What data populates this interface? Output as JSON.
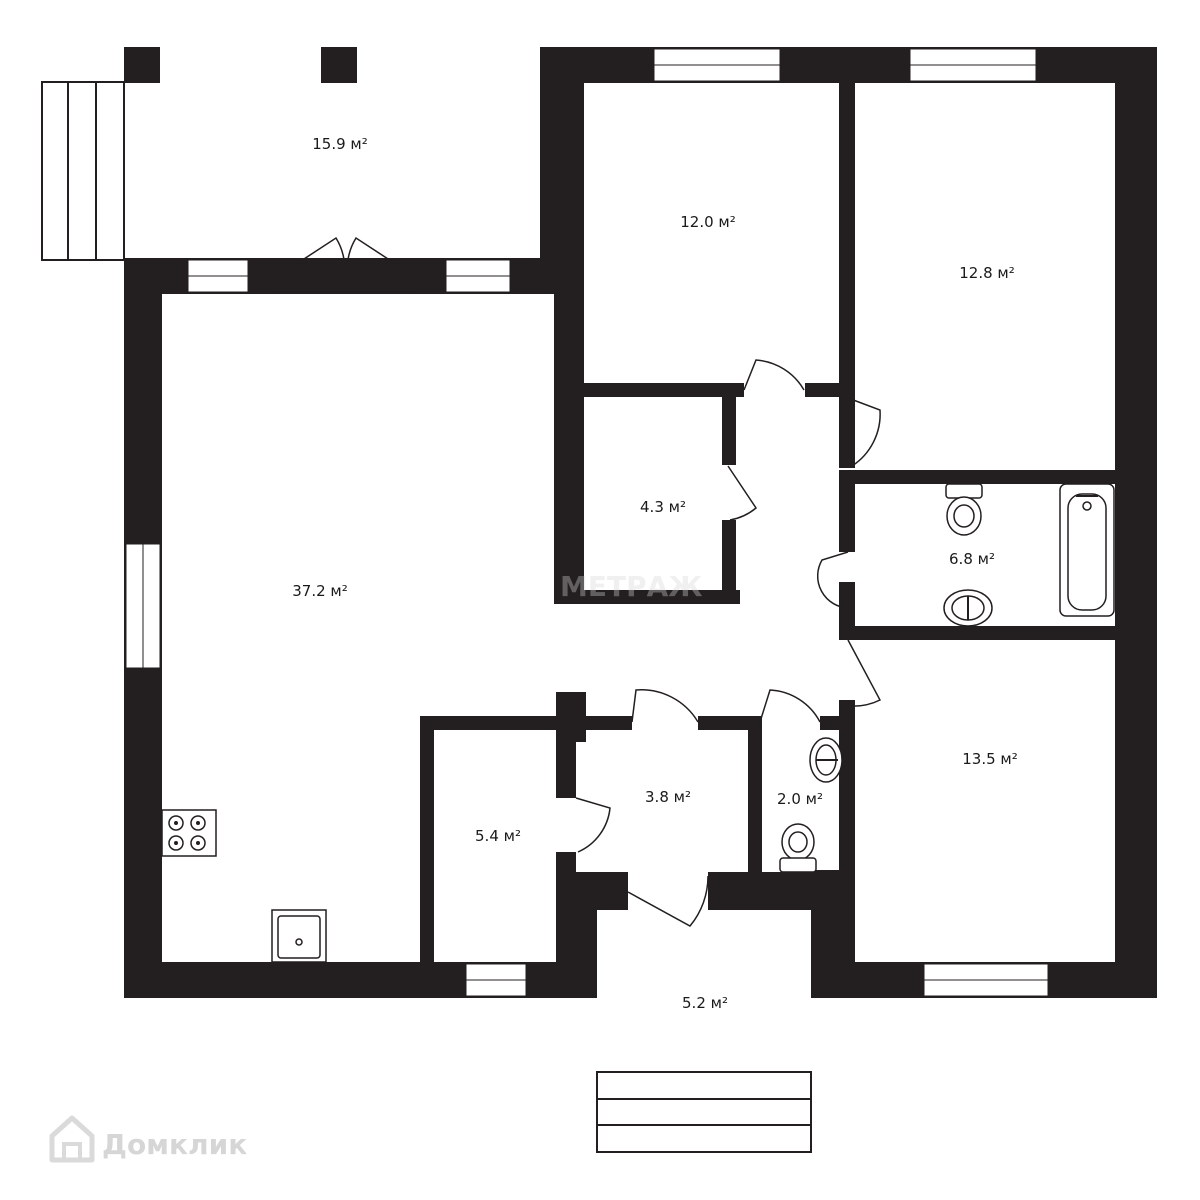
{
  "rooms": [
    {
      "id": "terrace-top",
      "area": "15.9 м²"
    },
    {
      "id": "bedroom-1",
      "area": "12.0 м²"
    },
    {
      "id": "bedroom-2",
      "area": "12.8 м²"
    },
    {
      "id": "storage",
      "area": "4.3 м²"
    },
    {
      "id": "living-kitchen",
      "area": "37.2 м²"
    },
    {
      "id": "bathroom",
      "area": "6.8 м²"
    },
    {
      "id": "bedroom-3",
      "area": "13.5 м²"
    },
    {
      "id": "room-small",
      "area": "5.4 м²"
    },
    {
      "id": "vestibule",
      "area": "3.8 м²"
    },
    {
      "id": "wc",
      "area": "2.0 м²"
    },
    {
      "id": "porch",
      "area": "5.2 м²"
    }
  ],
  "watermark": {
    "brand": "Домклик",
    "center_text": "МЕТРАЖ"
  },
  "icons": {
    "watermark_logo": "house-logo-icon"
  }
}
